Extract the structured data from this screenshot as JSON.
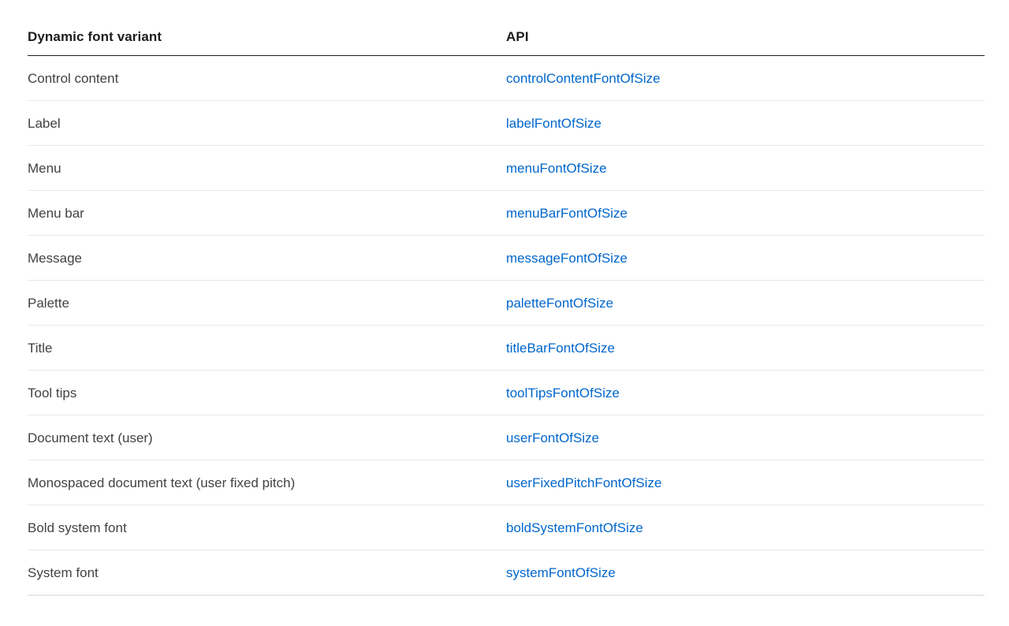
{
  "table": {
    "headers": [
      {
        "label": "Dynamic font variant"
      },
      {
        "label": "API"
      }
    ],
    "rows": [
      {
        "variant": "Control content",
        "api": "controlContentFontOfSize"
      },
      {
        "variant": "Label",
        "api": "labelFontOfSize"
      },
      {
        "variant": "Menu",
        "api": "menuFontOfSize"
      },
      {
        "variant": "Menu bar",
        "api": "menuBarFontOfSize"
      },
      {
        "variant": "Message",
        "api": "messageFontOfSize"
      },
      {
        "variant": "Palette",
        "api": "paletteFontOfSize"
      },
      {
        "variant": "Title",
        "api": "titleBarFontOfSize"
      },
      {
        "variant": "Tool tips",
        "api": "toolTipsFontOfSize"
      },
      {
        "variant": "Document text (user)",
        "api": "userFontOfSize"
      },
      {
        "variant": "Monospaced document text (user fixed pitch)",
        "api": "userFixedPitchFontOfSize"
      },
      {
        "variant": "Bold system font",
        "api": "boldSystemFontOfSize"
      },
      {
        "variant": "System font",
        "api": "systemFontOfSize"
      }
    ]
  },
  "colors": {
    "link": "#0066cc",
    "header_text": "#1d1d1f",
    "body_text": "#424245",
    "row_divider": "#e8e8ed",
    "header_border": "#1d1d1f",
    "background": "#ffffff"
  }
}
